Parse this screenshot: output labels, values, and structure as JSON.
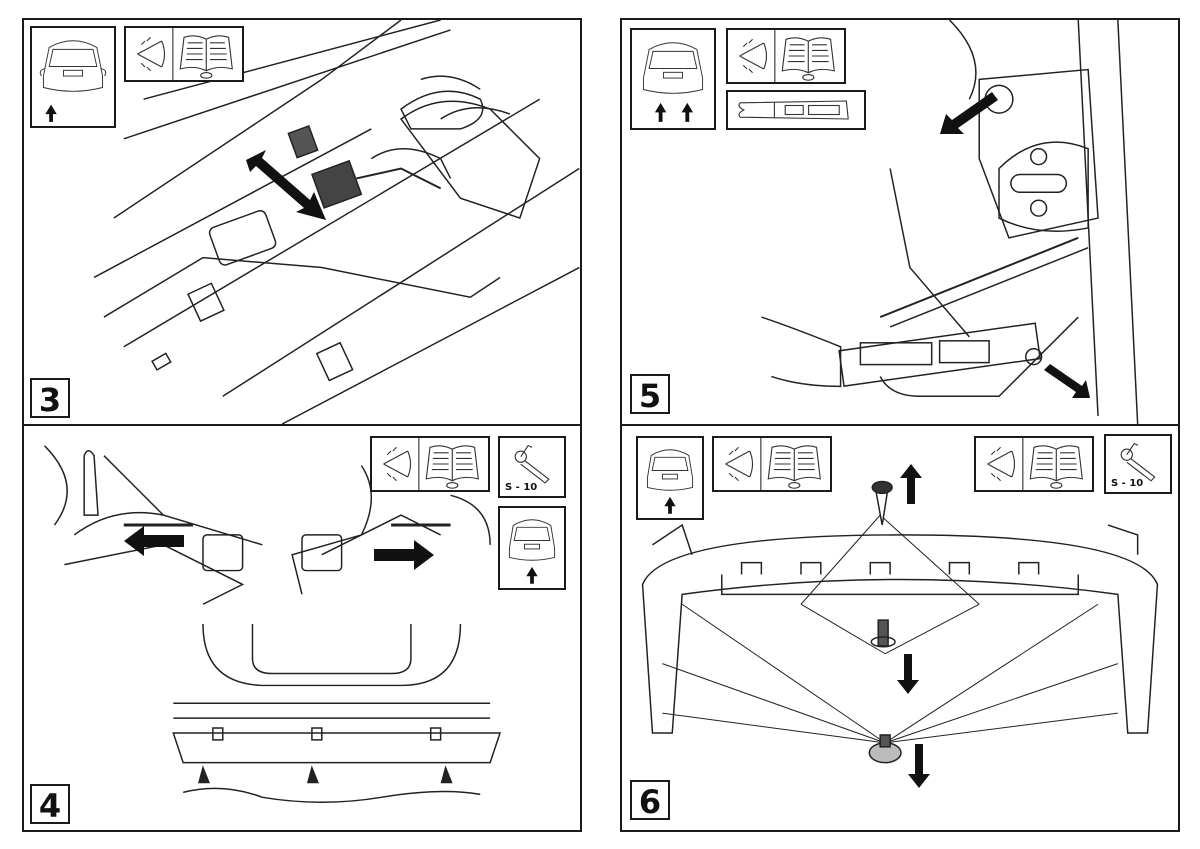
{
  "document": {
    "type": "installation-instructions",
    "steps": [
      {
        "number": "3",
        "icons": [
          "rear-view-car-single-arrow-icon",
          "eye-icon",
          "manual-book-icon"
        ],
        "illustration": "disconnect-license-plate-light-connector"
      },
      {
        "number": "4",
        "icons": [
          "eye-icon",
          "manual-book-icon",
          "socket-wrench-icon",
          "rear-view-car-single-arrow-icon"
        ],
        "tool_label": "S - 10",
        "illustration": "remove-bulb-holders-and-lower-bolts"
      },
      {
        "number": "5",
        "icons": [
          "rear-view-car-double-arrow-icon",
          "eye-icon",
          "manual-book-icon",
          "trim-removal-tool-icon"
        ],
        "illustration": "remove-side-clips-with-trim-tool"
      },
      {
        "number": "6",
        "icons": [
          "rear-view-car-single-arrow-icon",
          "eye-icon",
          "manual-book-icon",
          "socket-wrench-icon"
        ],
        "tool_label": "S - 10",
        "illustration": "remove-rear-bumper-fasteners"
      }
    ]
  }
}
